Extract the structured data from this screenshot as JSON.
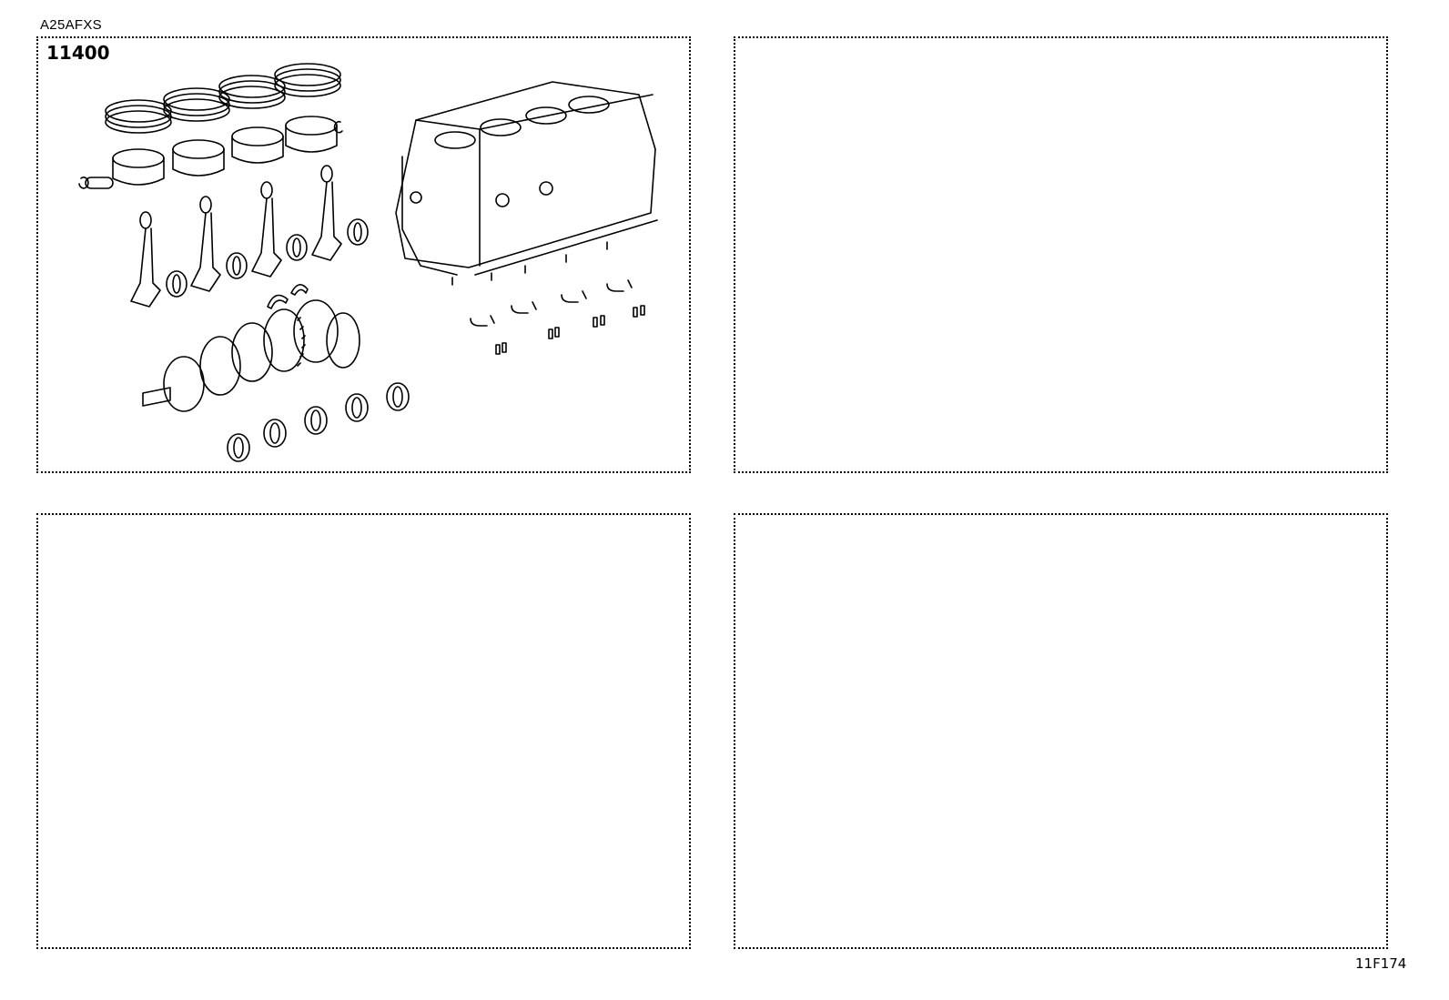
{
  "header": {
    "model_code": "A25AFXS"
  },
  "panels": [
    {
      "position": "top-left",
      "label": "11400",
      "content": "exploded-view illustration: short block",
      "parts": [
        "piston-ring-set x4",
        "piston x4",
        "piston-pin",
        "piston-pin-snap-ring x2",
        "connecting-rod x4",
        "connecting-rod-bearing x4",
        "crankshaft-thrust-washer x2",
        "crankshaft",
        "crankshaft-main-bearing x5",
        "cylinder-block",
        "oil-jet-nozzle x4",
        "oil-jet-bolt x8"
      ]
    },
    {
      "position": "top-right",
      "label": "",
      "content": "empty"
    },
    {
      "position": "bottom-left",
      "label": "",
      "content": "empty"
    },
    {
      "position": "bottom-right",
      "label": "",
      "content": "empty"
    }
  ],
  "footer": {
    "illustration_code": "11F174"
  }
}
